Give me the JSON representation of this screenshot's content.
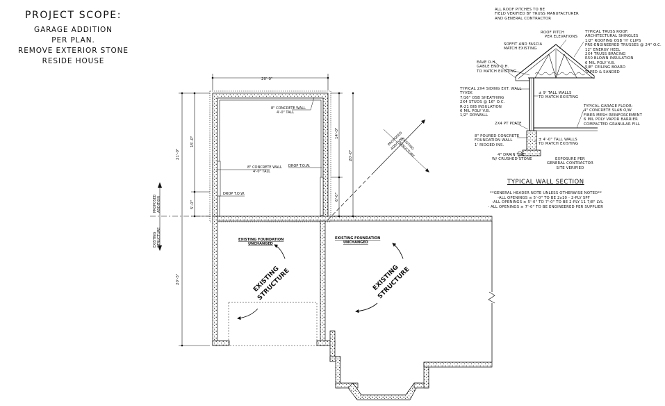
{
  "scope": {
    "heading": "PROJECT SCOPE:",
    "lines": [
      "GARAGE ADDITION",
      "PER PLAN.",
      "REMOVE EXTERIOR STONE",
      "RESIDE HOUSE"
    ]
  },
  "roof_note": [
    "ALL ROOF PITCHES TO BE",
    "FIELD VERIFIED BY TRUSS MANUFACTURER",
    "AND GENERAL CONTRACTOR"
  ],
  "wall_section": {
    "roof_pitch": [
      "ROOF PITCH",
      "PER ELEVATIONS"
    ],
    "typical_truss_roof": [
      "TYPICAL TRUSS ROOF:",
      "ARCHITECTURAL SHINGLES",
      "1/2\" ROOFING OSB 'H' CLIPS",
      "PRE-ENGINEERED TRUSSES @ 24\" o.c.",
      "12\" ENERGY HEEL",
      "2x4 TRUSS BRACING",
      "R50 BLOWN INSULATION",
      "6 mil POLY V.B.",
      "5/8\" CEILING BOARD",
      "TAPED & SANDED"
    ],
    "soffit": [
      "SOFFIT AND FASCIA",
      "MATCH EXISTING"
    ],
    "eave": [
      "EAVE O.H.",
      "GABLE END O.H.",
      "TO MATCH EXISTING"
    ],
    "siding_wall": [
      "TYPICAL 2x4 SIDING EXT. WALL",
      "TYVEK",
      "7/16\" OSB SHEATHING",
      "2x4 STUDS @ 16\" o.c.",
      "R-21 BIB INSULATION",
      "6 mil POLY V.B.",
      "1/2\" DRYWALL"
    ],
    "tall_walls_9": [
      "± 9' TALL WALLS",
      "TO MATCH EXISTING"
    ],
    "garage_floor": [
      "TYPICAL GARAGE FLOOR:",
      "4\" CONCRETE SLAB o/w",
      "FIBER MESH REINFORCEMENT",
      "6 mil POLY VAPOR BARRIER",
      "COMPACTED GRANULAR FILL"
    ],
    "pt_plate": "2x4 PT PLATE",
    "foundation": [
      "8\" POURED CONCRETE",
      "FOUNDATION WALL",
      "1' RIDGED INS."
    ],
    "tall_walls_4": [
      "± 4'-0\" TALL WALLS",
      "TO MATCH EXISTING"
    ],
    "drain": [
      "4\" DRAIN TILE",
      "W/ CRUSHED STONE"
    ],
    "exposure": [
      "EXPOSURE PER",
      "GENERAL CONTRACTOR",
      "SITE VERIFIED"
    ],
    "title": "TYPICAL WALL SECTION"
  },
  "header_note": [
    "**GENERAL HEADER NOTE UNLESS OTHERWISE NOTED**",
    "-ALL OPENINGS ≤ 5'-0\" TO BE 2x10 - 2-PLY SPF",
    "-ALL OPENINGS ≥ 5'-0\" TO 7'-0\" TO BE 2-PLY 11 7/8\" LVL",
    "- ALL OPENINGS ≥ 7'-0\" TO BE ENGINEERED PER SUPPLIER"
  ],
  "plan": {
    "dim_width": "20'-0\"",
    "dim_left_total": "21'-0\"",
    "dim_left_upper": "15'-0\"",
    "dim_left_lower": "5'-0\"",
    "dim_right_upper": "14'-0\"",
    "dim_right_mid": "20'-0\"",
    "dim_right_lower": "6'-0\"",
    "dim_existing": "20'-5\"",
    "wall_note_top": [
      "8\" CONCRETE WALL",
      "4'-0\" TALL"
    ],
    "wall_note_left": [
      "8\" CONCRETE WALL",
      "4'-0\" TALL"
    ],
    "drop_right": "DROP T.O.W.",
    "drop_left": "DROP T.O.W.",
    "proposed_addition": [
      "PROPOSED",
      "ADDITION"
    ],
    "existing_structure_label": [
      "EXISTING",
      "STRUCTURE"
    ],
    "diag_proposed": [
      "PROPOSED",
      "ADDITION"
    ],
    "diag_existing": [
      "EXISTING",
      "STRUCTURE"
    ],
    "existing_foundation_left": [
      "EXISTING FOUNDATION",
      "UNCHANGED"
    ],
    "existing_foundation_right": [
      "EXISTING FOUNDATION",
      "UNCHANGED"
    ],
    "existing_structure_big_left": [
      "EXISTING",
      "STRUCTURE"
    ],
    "existing_structure_big_right": [
      "EXISTING",
      "STRUCTURE"
    ]
  }
}
